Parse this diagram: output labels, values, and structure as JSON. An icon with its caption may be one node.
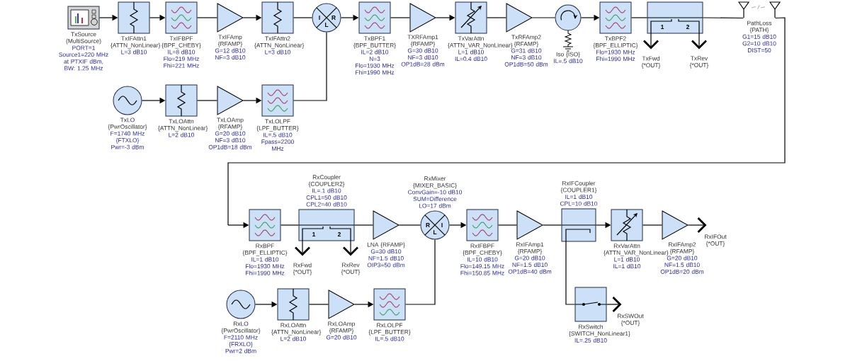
{
  "diagram": {
    "nodes": [
      {
        "text": [
          "TxSource (MultiSource)",
          "PORT=1",
          "Source1=220 MHz at PTXIF dBm, BW: 1.25 MHz"
        ]
      },
      {
        "text": [
          "TxIFAttn1 {ATTN_NonLinear}",
          "L=3 dB10"
        ]
      },
      {
        "text": [
          "TxIFBPF {BPF_CHEBY}",
          "IL=8 dB10",
          "Flo=219 MHz",
          "Fhi=221 MHz"
        ]
      },
      {
        "text": [
          "TxIFAmp {RFAMP}",
          "G=12 dB10",
          "NF=3 dB10"
        ]
      },
      {
        "text": [
          "TxIFAttn2 {ATTN_NonLinear}",
          "L=3 dB10"
        ]
      },
      {
        "text": [
          "I",
          "R",
          "L"
        ]
      },
      {
        "text": [
          "TxBPF1 {BPF_BUTTER}",
          "IL=2 dB10",
          "N=3",
          "Flo=1930 MHz",
          "Fhi=1990 MHz"
        ]
      },
      {
        "text": [
          "TXRFAmp1 {RFAMP}",
          "G=30 dB10",
          "NF=3 dB10",
          "OP1dB=28 dBm"
        ]
      },
      {
        "text": [
          "TxVarAttn {ATTN_VAR_NonLinear}",
          "L=1 dB10",
          "IL=0.4 dB10"
        ]
      },
      {
        "text": [
          "TxRFAmp2 {RFAMP}",
          "G=31 dB10",
          "NF=3 dB10",
          "OP1dB=50 dBm"
        ]
      },
      {
        "text": [
          "Iso {ISO}",
          "IL=.5 dB10"
        ]
      },
      {
        "text": [
          "TxBPF2 {BPF_ELLIPTIC}",
          "Flo=1930 MHz",
          "Fhi=1990 MHz"
        ]
      },
      {
        "text": [
          "1",
          "2"
        ]
      },
      {
        "text": [
          "TxFwd {*OUT}"
        ]
      },
      {
        "text": [
          "TxRev {*OUT}"
        ]
      },
      {
        "text": [
          "PathLoss {PATH}",
          "G1=15 dB10",
          "G2=10 dB10",
          "DIST=50"
        ]
      },
      {
        "text": [
          "TxLO {PwrOscillator}",
          "F=1740 MHz {FTXLO}",
          "Pwr=-3 dBm"
        ]
      },
      {
        "text": [
          "TxLOAttn {ATTN_NonLinear}",
          "L=2 dB10"
        ]
      },
      {
        "text": [
          "TxLOAmp {RFAMP}",
          "G=20 dB10",
          "NF=3 dB10",
          "OP1dB=18 dBm"
        ]
      },
      {
        "text": [
          "TxLOLPF {LPF_BUTTER}",
          "IL=.5 dB10",
          "Fpass=2200 MHz"
        ]
      },
      {
        "text": [
          "RxBPF {BPF_ELLIPTIC}",
          "IL=1 dB10",
          "Flo=1930 MHz",
          "Fhi=1990 MHz"
        ]
      },
      {
        "text": [
          "RxCoupler {COUPLER2}",
          "IL=.1 dB10",
          "CPL1=50 dB10",
          "CPL2=40 dB10",
          "1",
          "2"
        ]
      },
      {
        "text": [
          "RxFwd {*OUT}"
        ]
      },
      {
        "text": [
          "RxRev {*OUT}"
        ]
      },
      {
        "text": [
          "LNA {RFAMP}",
          "G=30 dB10",
          "NF=1.5 dB10",
          "OIP3=50 dBm"
        ]
      },
      {
        "text": [
          "RxMixer {MIXER_BASIC}",
          "ConvGain=-10 dB10",
          "SUM=Difference",
          "LO=17 dBm",
          "R",
          "I",
          "L"
        ]
      },
      {
        "text": [
          "RxIFBPF {BPF_CHEBY}",
          "IL=10 dB10",
          "Flo=149.15 MHz",
          "Fhi=150.85 MHz"
        ]
      },
      {
        "text": [
          "RxIFAmp1 {RFAMP}",
          "G=20 dB10",
          "NF=1.5 dB10",
          "OP1dB=40 dBm"
        ]
      },
      {
        "text": [
          "RxIFCoupler {COUPLER1}",
          "IL=1 dB10",
          "CPL=10 dB10"
        ]
      },
      {
        "text": [
          "RxVarAttn {ATTN_VAR_NonLinear}",
          "L=1 dB10",
          "IL=1 dB10"
        ]
      },
      {
        "text": [
          "RxIFAmp2 {RFAMP}",
          "G=20 dB10",
          "NF=1.5 dB10",
          "OP1dB=20 dBm"
        ]
      },
      {
        "text": [
          "RxIFOut {*OUT}"
        ]
      },
      {
        "text": [
          "RxSwitch {SWITCH_NonLinear1}",
          "IL=.25 dB10"
        ]
      },
      {
        "text": [
          "RxSWOut {*OUT}"
        ]
      },
      {
        "text": [
          "RxLO {PwrOscillator}",
          "F=2110 MHz {FRXLO}",
          "Pwr=2 dBm"
        ]
      },
      {
        "text": [
          "RxLOAttn {ATTN_NonLinear}",
          "L=2 dB10"
        ]
      },
      {
        "text": [
          "RxLOAmp {RFAMP}",
          "G=20 dB10"
        ]
      },
      {
        "text": [
          "RxLOLPF {LPF_BUTTER}",
          "IL=.5 dB10"
        ]
      }
    ],
    "edges": [
      {
        "from": 0,
        "to": 1,
        "arrow": "to"
      },
      {
        "from": 1,
        "to": 2,
        "arrow": "to"
      },
      {
        "from": 2,
        "to": 3,
        "arrow": "none"
      },
      {
        "from": 3,
        "to": 4,
        "arrow": "to"
      },
      {
        "from": 4,
        "to": 5,
        "arrow": "none"
      },
      {
        "from": 5,
        "to": 6,
        "arrow": "to"
      },
      {
        "from": 6,
        "to": 7,
        "arrow": "none"
      },
      {
        "from": 7,
        "to": 8,
        "arrow": "to"
      },
      {
        "from": 8,
        "to": 9,
        "arrow": "none"
      },
      {
        "from": 9,
        "to": 10,
        "arrow": "none"
      },
      {
        "from": 10,
        "to": 11,
        "arrow": "to"
      },
      {
        "from": 11,
        "to": 12,
        "arrow": "none"
      },
      {
        "from": 12,
        "to": 13,
        "arrow": "to"
      },
      {
        "from": 12,
        "to": 14,
        "arrow": "to"
      },
      {
        "from": 12,
        "to": 15,
        "arrow": "none"
      },
      {
        "from": 16,
        "to": 17,
        "arrow": "to"
      },
      {
        "from": 17,
        "to": 18,
        "arrow": "none"
      },
      {
        "from": 18,
        "to": 19,
        "arrow": "to"
      },
      {
        "from": 19,
        "to": 5,
        "arrow": "none"
      },
      {
        "from": 15,
        "to": 20,
        "arrow": "to"
      },
      {
        "from": 20,
        "to": 21,
        "arrow": "none"
      },
      {
        "from": 21,
        "to": 22,
        "arrow": "to"
      },
      {
        "from": 21,
        "to": 23,
        "arrow": "to"
      },
      {
        "from": 21,
        "to": 24,
        "arrow": "none"
      },
      {
        "from": 24,
        "to": 25,
        "arrow": "none"
      },
      {
        "from": 25,
        "to": 26,
        "arrow": "to"
      },
      {
        "from": 26,
        "to": 27,
        "arrow": "none"
      },
      {
        "from": 27,
        "to": 28,
        "arrow": "none"
      },
      {
        "from": 28,
        "to": 29,
        "arrow": "to"
      },
      {
        "from": 29,
        "to": 30,
        "arrow": "none"
      },
      {
        "from": 30,
        "to": 31,
        "arrow": "to"
      },
      {
        "from": 28,
        "to": 32,
        "arrow": "none"
      },
      {
        "from": 32,
        "to": 33,
        "arrow": "to"
      },
      {
        "from": 34,
        "to": 35,
        "arrow": "to"
      },
      {
        "from": 35,
        "to": 36,
        "arrow": "none"
      },
      {
        "from": 36,
        "to": 37,
        "arrow": "to"
      },
      {
        "from": 37,
        "to": 25,
        "arrow": "none"
      }
    ]
  }
}
